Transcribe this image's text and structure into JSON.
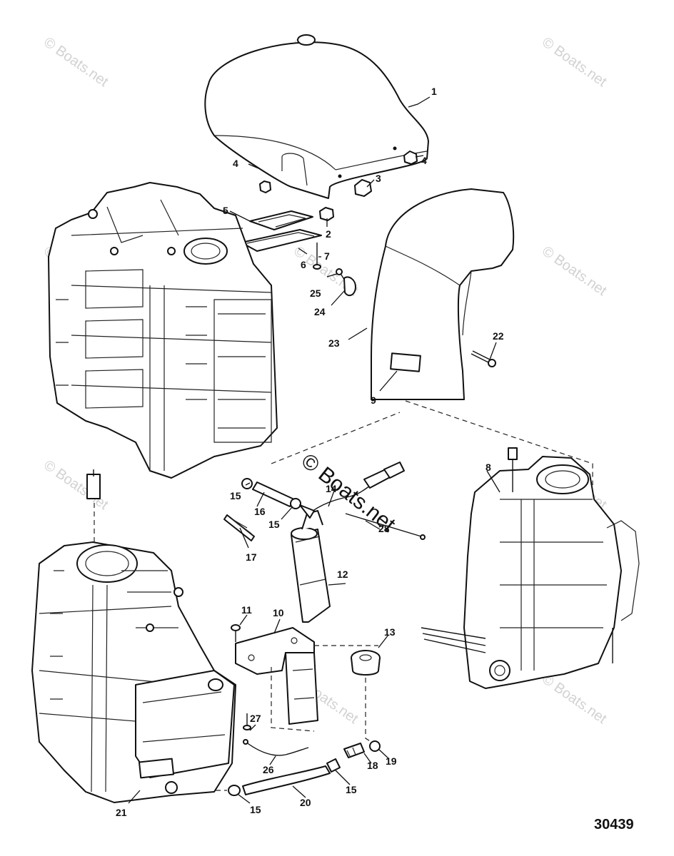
{
  "figure_number": "30439",
  "watermark_text": "© Boats.net",
  "callouts": [
    "1",
    "2",
    "3",
    "4",
    "4",
    "5",
    "6",
    "7",
    "8",
    "9",
    "10",
    "11",
    "12",
    "13",
    "14",
    "15",
    "15",
    "15",
    "15",
    "16",
    "17",
    "18",
    "19",
    "20",
    "21",
    "22",
    "23",
    "24",
    "25",
    "26",
    "27",
    "28"
  ],
  "colors": {
    "ink": "#111111",
    "watermark": "#d2d2d2",
    "background": "#ffffff"
  }
}
